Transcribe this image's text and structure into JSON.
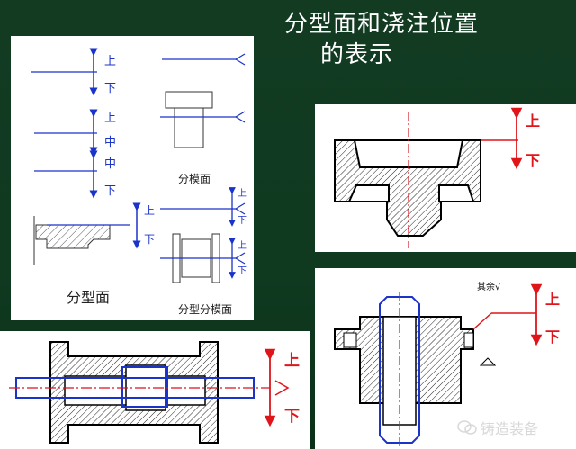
{
  "title": {
    "line1": "分型面和浇注位置",
    "line2": "的表示"
  },
  "panel_a": {
    "up": "上",
    "down": "下",
    "middle": "中",
    "caption_parting": "分型面",
    "caption_mold_split": "分模面",
    "caption_both": "分型分模面"
  },
  "panel_b": {
    "up": "上",
    "down": "下"
  },
  "panel_c": {
    "roughness_note": "其余√",
    "up": "上",
    "down": "下"
  },
  "panel_d": {
    "up": "上",
    "down": "下"
  },
  "watermark": "铸造装备",
  "colors": {
    "background": "#123b22",
    "symbol_red": "#e0151a",
    "arrow_blue": "#1a33c9",
    "centerline_red": "#d8141c"
  }
}
